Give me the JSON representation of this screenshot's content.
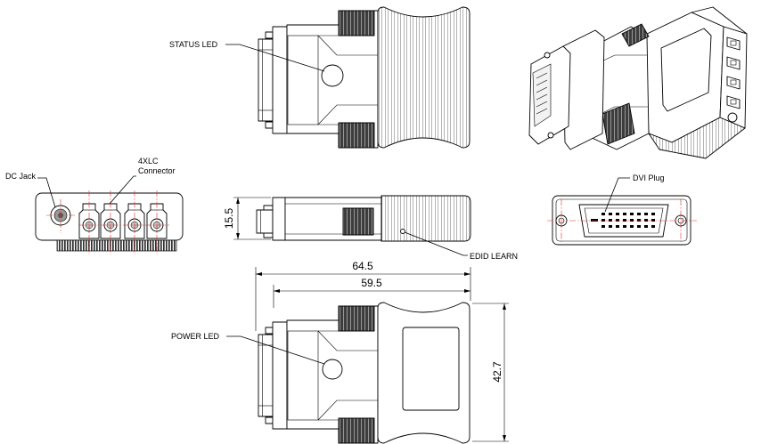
{
  "drawing": {
    "labels": {
      "status_led": "STATUS LED",
      "dc_jack": "DC Jack",
      "lc_connector_line1": "4XLC",
      "lc_connector_line2": "Connector",
      "dvi_plug": "DVI Plug",
      "edid_learn": "EDID LEARN",
      "power_led": "POWER LED"
    },
    "dimensions": {
      "height": "15.5",
      "overall_length": "64.5",
      "body_length": "59.5",
      "width": "42.7"
    }
  },
  "colors": {
    "outline": "#000000",
    "centerline": "#e0302a",
    "knurl": "#3d3d3d"
  }
}
